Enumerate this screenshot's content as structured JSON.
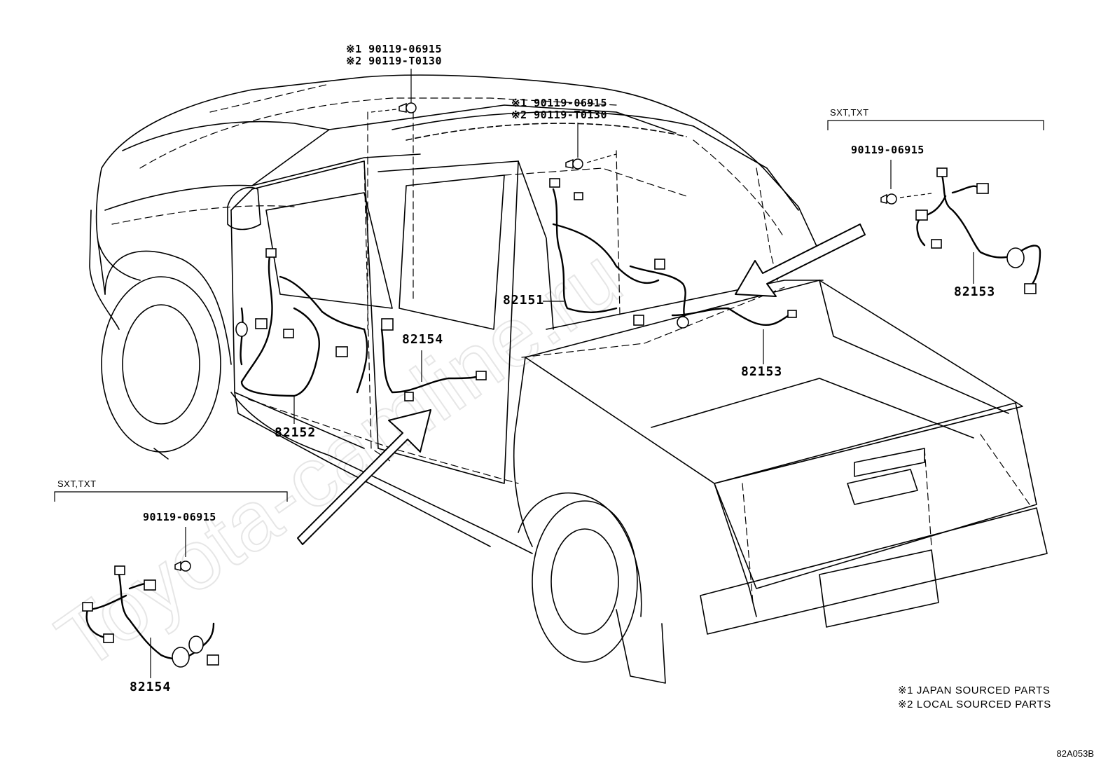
{
  "watermark": "Toyota-camline.ru",
  "callouts": {
    "bolt_roof_front": {
      "line1": "※1 90119-06915",
      "line2": "※2 90119-T0130"
    },
    "bolt_roof_rear": {
      "line1": "※1 90119-06915",
      "line2": "※2 90119-T0130"
    },
    "bolt_inset_right": "90119-06915",
    "bolt_inset_left": "90119-06915"
  },
  "parts": {
    "p82151": "82151",
    "p82152": "82152",
    "p82153_main": "82153",
    "p82153_inset": "82153",
    "p82154_main": "82154",
    "p82154_inset": "82154"
  },
  "variants": {
    "right_inset": "SXT,TXT",
    "left_inset": "SXT,TXT"
  },
  "legend": {
    "note1": "※1  JAPAN SOURCED PARTS",
    "note2": "※2  LOCAL SOURCED PARTS"
  },
  "diagram_code": "82A053B"
}
